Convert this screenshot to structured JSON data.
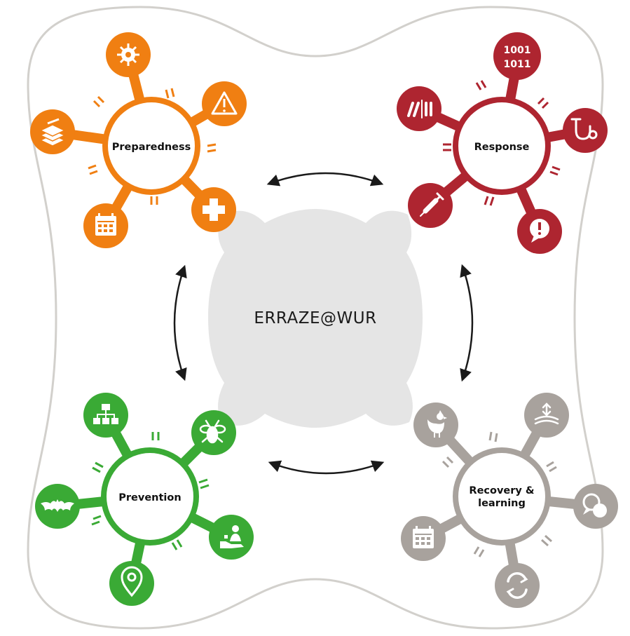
{
  "center": {
    "label": "ERRAZE@WUR"
  },
  "phases": [
    {
      "id": "preparedness",
      "label": "Preparedness",
      "color": "#f07f12",
      "icons": [
        "virus-icon",
        "warning-icon",
        "first-aid-icon",
        "calendar-icon",
        "layers-icon"
      ]
    },
    {
      "id": "response",
      "label": "Response",
      "color": "#ae2530",
      "icons": [
        "binary-code-icon",
        "stethoscope-icon",
        "alert-bubble-icon",
        "syringe-icon",
        "parallel-bars-icon"
      ],
      "binary_text": [
        "1001",
        "1011"
      ]
    },
    {
      "id": "prevention",
      "label": "Prevention",
      "color": "#3aaa35",
      "icons": [
        "hierarchy-icon",
        "insect-icon",
        "care-hand-icon",
        "location-pin-icon",
        "bat-icon"
      ]
    },
    {
      "id": "recovery",
      "label_lines": [
        "Recovery &",
        "learning"
      ],
      "color": "#a8a29d",
      "icons": [
        "chicken-icon",
        "compress-icon",
        "chat-icon",
        "refresh-icon",
        "calendar-icon"
      ]
    }
  ],
  "colors": {
    "outline": "#d2d0cc",
    "center_fill": "#e5e5e5",
    "arrow": "#1a1a1a"
  }
}
